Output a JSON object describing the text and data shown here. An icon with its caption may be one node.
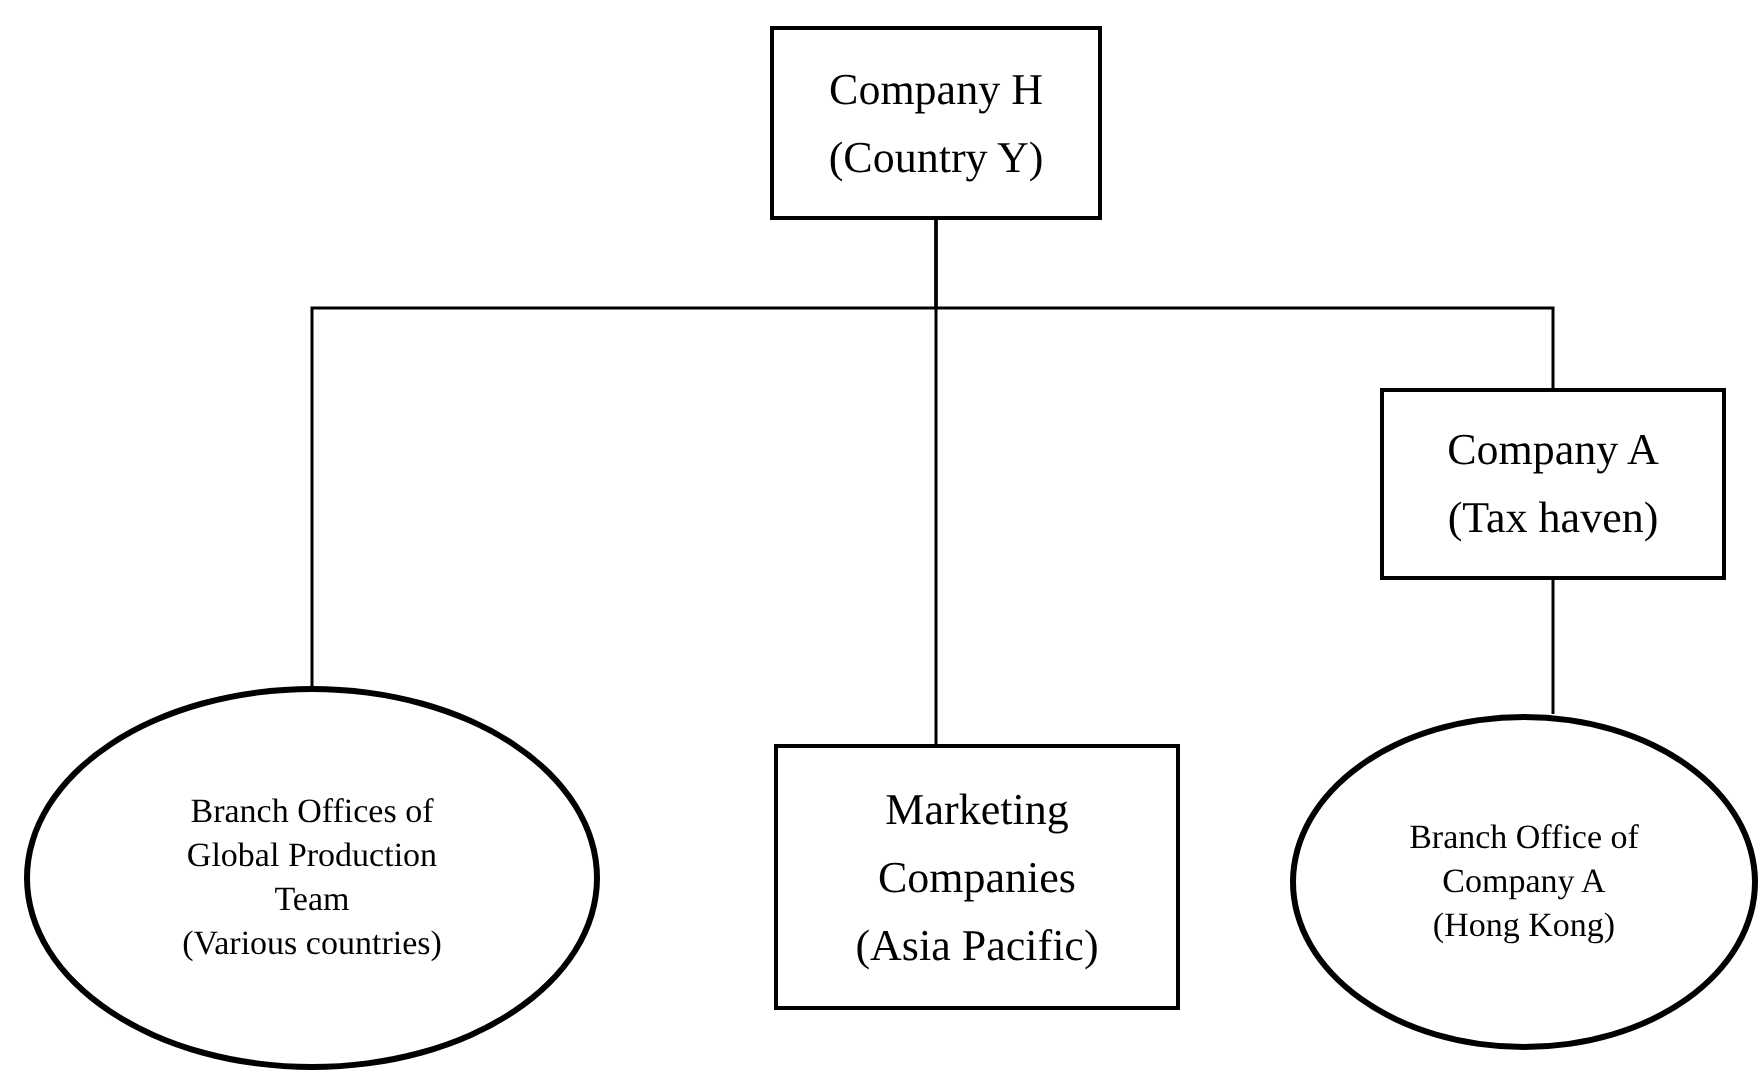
{
  "diagram": {
    "nodes": [
      {
        "text": [
          "Company H",
          "(Country Y)"
        ]
      },
      {
        "text": [
          "Company A",
          "(Tax haven)"
        ]
      },
      {
        "text": [
          "Branch Offices of Global Production Team",
          "(Various countries)"
        ]
      },
      {
        "text": [
          "Marketing Companies",
          "(Asia Pacific)"
        ]
      },
      {
        "text": [
          "Branch Office of Company A",
          "(Hong Kong)"
        ]
      }
    ],
    "edges": [
      {
        "from": 0,
        "to": 2,
        "arrow": "none"
      },
      {
        "from": 0,
        "to": 3,
        "arrow": "none"
      },
      {
        "from": 0,
        "to": 1,
        "arrow": "none"
      },
      {
        "from": 1,
        "to": 4,
        "arrow": "none"
      }
    ]
  }
}
